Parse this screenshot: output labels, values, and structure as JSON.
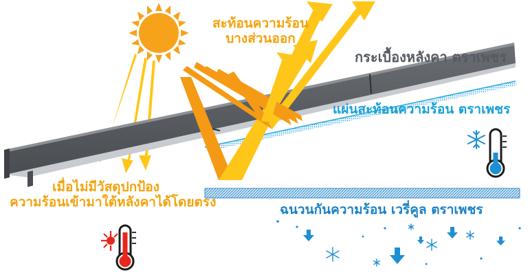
{
  "labels": {
    "reflect_line1": "สะท้อนความร้อน",
    "reflect_line2": "บางส่วนออก",
    "roof_tile": "กระเบื้องหลังคา ตราเพชร",
    "reflective_sheet": "แผ่นสะท้อนความร้อน ตราเพชร",
    "insulation": "ฉนวนกันความร้อน เวรี่คูล ตราเพชร",
    "warning_line1": "เมื่อไม่มีวัสดุปกป้อง",
    "warning_line2": "ความร้อนเข้ามาใต้หลังคาได้โดยตรง"
  },
  "colors": {
    "sun": "#f7a21b",
    "arrow_yellow": "#ffc61a",
    "arrow_orange": "#f59a14",
    "roof": "#5d6166",
    "roof_light": "#c8cbcf",
    "sheet": "#2aa7dd",
    "insulation": "#8fc8ea",
    "cold": "#1d8fd3",
    "hot": "#e8261d",
    "text_orange": "#f2a30d",
    "text_gray": "#555b62",
    "text_blue": "#1a82c4"
  },
  "icons": {
    "sun": "sun-icon",
    "hot_thermometer": "thermometer-hot-icon",
    "cold_thermometer": "thermometer-cold-icon",
    "snowflake": "snowflake-icon",
    "down_arrow": "arrow-down-icon"
  }
}
